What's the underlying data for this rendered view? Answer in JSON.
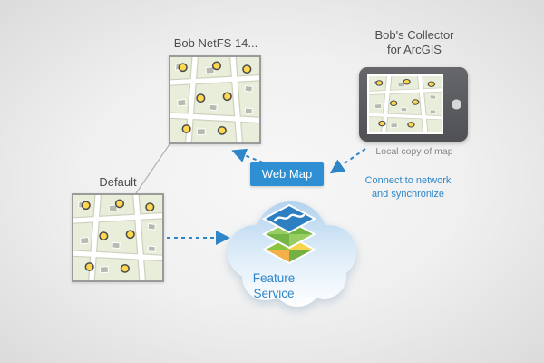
{
  "nodes": {
    "netfs": {
      "label": "Bob NetFS 14..."
    },
    "collector": {
      "title_line1": "Bob's Collector",
      "title_line2": "for ArcGIS",
      "caption": "Local copy of map"
    },
    "default_version": {
      "label": "Default"
    },
    "web_map": {
      "label": "Web Map"
    },
    "feature_service": {
      "line1": "Feature",
      "line2": "Service"
    }
  },
  "annotations": {
    "connect_line1": "Connect to network",
    "connect_line2": "and synchronize"
  },
  "colors": {
    "accent_blue": "#2e86c8",
    "web_map_background": "#2e8fd2",
    "label_gray": "#4d4d4d",
    "caption_gray": "#858585",
    "map_background": "#e9eeda",
    "point_yellow": "#ffd84d",
    "cloud_blue_top": "#b3d3ee"
  },
  "icons": {
    "map_thumbnail": "map-thumbnail",
    "tablet": "tablet-device",
    "cloud": "cloud-shape",
    "layers": "feature-service-layers-icon",
    "arrows": "dashed-sync-arrows"
  }
}
